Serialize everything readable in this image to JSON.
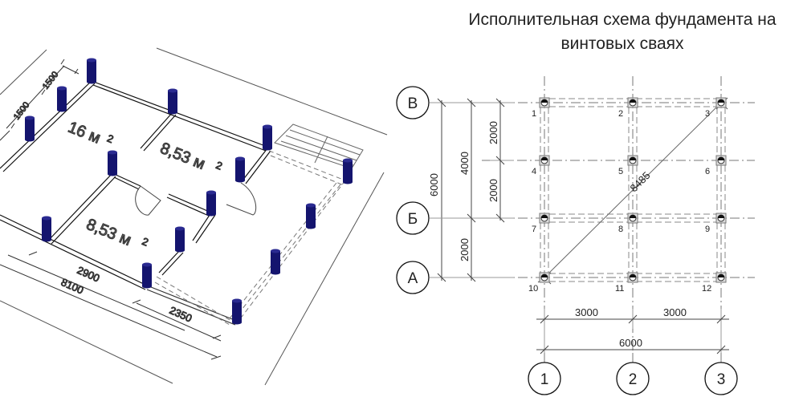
{
  "title": {
    "line1": "Исполнительная схема фундамента на",
    "line2": "винтовых сваях"
  },
  "isometric": {
    "room_labels": [
      "16 м",
      "8,53 м",
      "8,53 м"
    ],
    "superscript": "2",
    "dimensions": [
      "1500",
      "1500",
      "2900",
      "8100",
      "2350"
    ],
    "pile_color": "#14146e"
  },
  "plan": {
    "row_axes": [
      "В",
      "Б",
      "А"
    ],
    "column_axes": [
      "1",
      "2",
      "3"
    ],
    "pile_numbers": [
      "1",
      "2",
      "3",
      "4",
      "5",
      "6",
      "7",
      "8",
      "9",
      "10",
      "11",
      "12"
    ],
    "vertical_dimensions": {
      "total": "6000",
      "mid": "4000",
      "lower": "2000",
      "upper1": "2000",
      "upper2": "2000"
    },
    "horizontal_dimensions": {
      "left": "3000",
      "right": "3000",
      "total": "6000"
    },
    "diagonal": "8485"
  }
}
